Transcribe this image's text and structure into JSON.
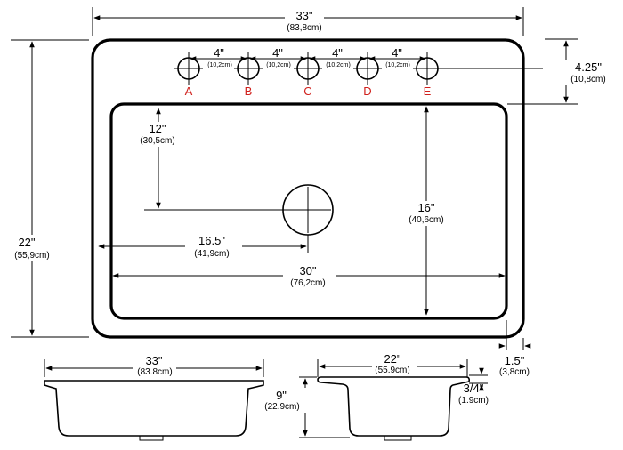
{
  "top_view": {
    "overall_width": {
      "imperial": "33\"",
      "metric": "(83,8cm)"
    },
    "overall_depth": {
      "imperial": "22\"",
      "metric": "(55,9cm)"
    },
    "hole_spacing": {
      "imperial": "4\"",
      "metric": "(10,2cm)"
    },
    "holes": [
      "A",
      "B",
      "C",
      "D",
      "E"
    ],
    "hole_offset": {
      "imperial": "4.25\"",
      "metric": "(10,8cm)"
    },
    "drain_from_back": {
      "imperial": "12\"",
      "metric": "(30,5cm)"
    },
    "drain_from_side": {
      "imperial": "16.5\"",
      "metric": "(41,9cm)"
    },
    "bowl_width": {
      "imperial": "30\"",
      "metric": "(76,2cm)"
    },
    "bowl_depth": {
      "imperial": "16\"",
      "metric": "(40,6cm)"
    },
    "rim": {
      "imperial": "1.5\"",
      "metric": "(3,8cm)"
    }
  },
  "front_view": {
    "width": {
      "imperial": "33\"",
      "metric": "(83.8cm)"
    }
  },
  "side_view": {
    "width": {
      "imperial": "22\"",
      "metric": "(55.9cm)"
    },
    "depth": {
      "imperial": "9\"",
      "metric": "(22.9cm)"
    },
    "deck": {
      "imperial": "3/4\"",
      "metric": "(1.9cm)"
    }
  }
}
